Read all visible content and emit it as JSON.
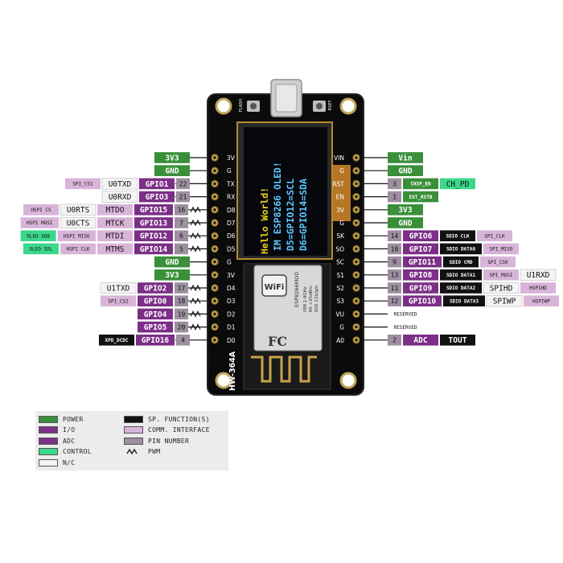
{
  "colors": {
    "power": "#3a8f3a",
    "io": "#7b2f86",
    "adc": "#7b2f86",
    "control": "#3bd88a",
    "sp_function": "#111111",
    "comm_interface": "#d9b4d9",
    "pin_number": "#9d8fa0",
    "nc": "#f4f4f4",
    "board": "#0b0b0b",
    "oled_text_yellow": "#f2d21b",
    "oled_text_cyan": "#5ec8ff"
  },
  "board": {
    "model_label": "HW-364A",
    "flash_label": "FLASH",
    "reset_label": "RSET",
    "left_silk": [
      "3V",
      "G",
      "TX",
      "RX",
      "D8",
      "D7",
      "D6",
      "D5",
      "G",
      "3V",
      "D4",
      "D3",
      "D2",
      "D1",
      "D0"
    ],
    "right_silk": [
      "VIN",
      "G",
      "RST",
      "EN",
      "3V",
      "G",
      "SK",
      "SO",
      "SC",
      "S1",
      "S2",
      "S3",
      "VU",
      "G",
      "A0"
    ]
  },
  "oled": {
    "line1": "Hello World!",
    "line2": "IM ESP8266 OLED!",
    "line3": "D5=GPIO12=SCL",
    "line4": "D6=GPIO14=SDA"
  },
  "module": {
    "name": "ESP8266MOD",
    "line1": "ISM 2.4GHz",
    "line2": "PA +25dBm",
    "line3": "802.11b/g/n",
    "wifi": "WiFi",
    "fcc": "FC"
  },
  "left_pins": [
    {
      "labels": [
        {
          "t": "3V3",
          "k": "power"
        }
      ]
    },
    {
      "labels": [
        {
          "t": "GND",
          "k": "power"
        }
      ]
    },
    {
      "labels": [
        {
          "t": "SPI_CS1",
          "k": "comm_interface",
          "small": true
        },
        {
          "t": "U0TXD",
          "k": "nc"
        },
        {
          "t": "GPIO1",
          "k": "io"
        },
        {
          "t": "22",
          "k": "pin_number"
        }
      ]
    },
    {
      "labels": [
        {
          "t": "U0RXD",
          "k": "nc"
        },
        {
          "t": "GPIO3",
          "k": "io"
        },
        {
          "t": "21",
          "k": "pin_number"
        }
      ]
    },
    {
      "labels": [
        {
          "t": "HSPI CS",
          "k": "comm_interface",
          "small": true
        },
        {
          "t": "U0RTS",
          "k": "nc"
        },
        {
          "t": "MTDO",
          "k": "comm_interface"
        },
        {
          "t": "GPIO15",
          "k": "io"
        },
        {
          "t": "16",
          "k": "pin_number"
        }
      ],
      "pwm": true
    },
    {
      "labels": [
        {
          "t": "HSPI MOSI",
          "k": "comm_interface",
          "small": true
        },
        {
          "t": "U0CTS",
          "k": "nc"
        },
        {
          "t": "MTCK",
          "k": "comm_interface"
        },
        {
          "t": "GPIO13",
          "k": "io"
        },
        {
          "t": "7",
          "k": "pin_number"
        }
      ],
      "pwm": true
    },
    {
      "labels": [
        {
          "t": "OLED SDA",
          "k": "control",
          "small": true
        },
        {
          "t": "HSPI MISO",
          "k": "comm_interface",
          "small": true
        },
        {
          "t": "MTDI",
          "k": "comm_interface"
        },
        {
          "t": "GPIO12",
          "k": "io"
        },
        {
          "t": "6",
          "k": "pin_number"
        }
      ],
      "pwm": true
    },
    {
      "labels": [
        {
          "t": "OLED SDL",
          "k": "control",
          "small": true
        },
        {
          "t": "HSPI CLK",
          "k": "comm_interface",
          "small": true
        },
        {
          "t": "MTMS",
          "k": "comm_interface"
        },
        {
          "t": "GPIO14",
          "k": "io"
        },
        {
          "t": "5",
          "k": "pin_number"
        }
      ],
      "pwm": true
    },
    {
      "labels": [
        {
          "t": "GND",
          "k": "power"
        }
      ]
    },
    {
      "labels": [
        {
          "t": "3V3",
          "k": "power"
        }
      ]
    },
    {
      "labels": [
        {
          "t": "U1TXD",
          "k": "nc"
        },
        {
          "t": "GPIO2",
          "k": "io"
        },
        {
          "t": "17",
          "k": "pin_number"
        }
      ],
      "pwm": true
    },
    {
      "labels": [
        {
          "t": "SPI_CS2",
          "k": "comm_interface",
          "small": true
        },
        {
          "t": "GPIO0",
          "k": "io"
        },
        {
          "t": "18",
          "k": "pin_number"
        }
      ],
      "pwm": true
    },
    {
      "labels": [
        {
          "t": "GPIO4",
          "k": "io"
        },
        {
          "t": "19",
          "k": "pin_number"
        }
      ],
      "pwm": true
    },
    {
      "labels": [
        {
          "t": "GPIO5",
          "k": "io"
        },
        {
          "t": "20",
          "k": "pin_number"
        }
      ],
      "pwm": true
    },
    {
      "labels": [
        {
          "t": "XPD_DCDC",
          "k": "sp_function",
          "small": true
        },
        {
          "t": "GPIO16",
          "k": "io"
        },
        {
          "t": "4",
          "k": "pin_number"
        }
      ]
    }
  ],
  "right_pins": [
    {
      "labels": [
        {
          "t": "Vin",
          "k": "power"
        }
      ]
    },
    {
      "labels": [
        {
          "t": "GND",
          "k": "power"
        }
      ]
    },
    {
      "labels": [
        {
          "t": "3",
          "k": "pin_number"
        },
        {
          "t": "CHIP_EN",
          "k": "power",
          "small": true
        },
        {
          "t": "CH_PD",
          "k": "control"
        }
      ]
    },
    {
      "labels": [
        {
          "t": "1",
          "k": "pin_number"
        },
        {
          "t": "EXT_RSTB",
          "k": "power",
          "small": true
        }
      ]
    },
    {
      "labels": [
        {
          "t": "3V3",
          "k": "power"
        }
      ]
    },
    {
      "labels": [
        {
          "t": "GND",
          "k": "power"
        }
      ]
    },
    {
      "labels": [
        {
          "t": "14",
          "k": "pin_number"
        },
        {
          "t": "GPIO6",
          "k": "io"
        },
        {
          "t": "SDIO CLK",
          "k": "sp_function",
          "small": true
        },
        {
          "t": "SPI_CLK",
          "k": "comm_interface",
          "small": true
        }
      ]
    },
    {
      "labels": [
        {
          "t": "10",
          "k": "pin_number"
        },
        {
          "t": "GPIO7",
          "k": "io"
        },
        {
          "t": "SDIO DATA0",
          "k": "sp_function",
          "small": true
        },
        {
          "t": "SPI_MISO",
          "k": "comm_interface",
          "small": true
        }
      ]
    },
    {
      "labels": [
        {
          "t": "9",
          "k": "pin_number"
        },
        {
          "t": "GPIO11",
          "k": "io"
        },
        {
          "t": "SDIO CMD",
          "k": "sp_function",
          "small": true
        },
        {
          "t": "SPI_CS0",
          "k": "comm_interface",
          "small": true
        }
      ]
    },
    {
      "labels": [
        {
          "t": "13",
          "k": "pin_number"
        },
        {
          "t": "GPIO8",
          "k": "io"
        },
        {
          "t": "SDIO DATA1",
          "k": "sp_function",
          "small": true
        },
        {
          "t": "SPI_MOSI",
          "k": "comm_interface",
          "small": true
        },
        {
          "t": "U1RXD",
          "k": "nc"
        }
      ]
    },
    {
      "labels": [
        {
          "t": "11",
          "k": "pin_number"
        },
        {
          "t": "GPIO9",
          "k": "io"
        },
        {
          "t": "SDIO DATA2",
          "k": "sp_function",
          "small": true
        },
        {
          "t": "SPIHD",
          "k": "nc"
        },
        {
          "t": "HSPIHD",
          "k": "comm_interface",
          "small": true
        }
      ]
    },
    {
      "labels": [
        {
          "t": "12",
          "k": "pin_number"
        },
        {
          "t": "GPIO10",
          "k": "io"
        },
        {
          "t": "SDIO DATA3",
          "k": "sp_function",
          "small": true
        },
        {
          "t": "SPIWP",
          "k": "nc"
        },
        {
          "t": "HSPIWP",
          "k": "comm_interface",
          "small": true
        }
      ]
    },
    {
      "labels": [
        {
          "t": "RESERVED",
          "k": "nc",
          "small": true,
          "plain": true
        }
      ]
    },
    {
      "labels": [
        {
          "t": "RESERVED",
          "k": "nc",
          "small": true,
          "plain": true
        }
      ]
    },
    {
      "labels": [
        {
          "t": "2",
          "k": "pin_number"
        },
        {
          "t": "ADC",
          "k": "adc"
        },
        {
          "t": "TOUT",
          "k": "sp_function"
        }
      ]
    }
  ],
  "legend": {
    "items": [
      {
        "label": "POWER",
        "k": "power"
      },
      {
        "label": "I/O",
        "k": "io"
      },
      {
        "label": "ADC",
        "k": "adc"
      },
      {
        "label": "CONTROL",
        "k": "control"
      },
      {
        "label": "N/C",
        "k": "nc"
      },
      {
        "label": "SP. FUNCTION(S)",
        "k": "sp_function"
      },
      {
        "label": "COMM. INTERFACE",
        "k": "comm_interface"
      },
      {
        "label": "PIN NUMBER",
        "k": "pin_number"
      },
      {
        "label": "PWM",
        "k": "pwm"
      }
    ]
  }
}
